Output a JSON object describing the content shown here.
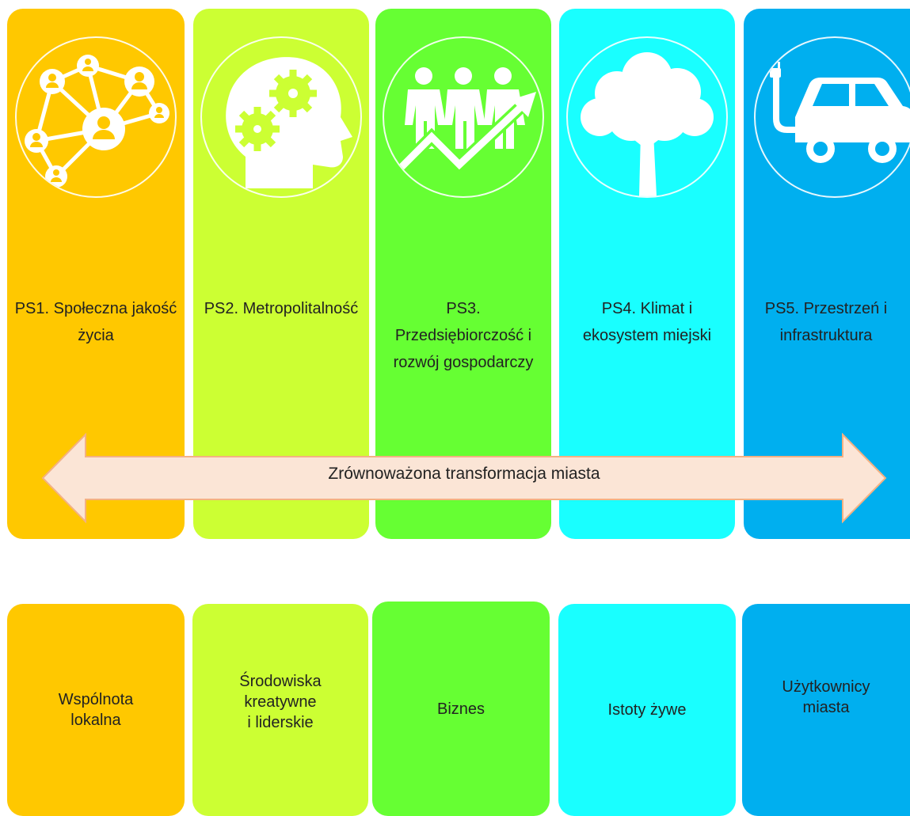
{
  "pillars": [
    {
      "id": "ps1",
      "title": "PS1. Społeczna jakość życia",
      "icon": "community-network-icon",
      "color": "#FFC800"
    },
    {
      "id": "ps2",
      "title": "PS2. Metropolitalność",
      "icon": "head-gears-icon",
      "color": "#CCFF33"
    },
    {
      "id": "ps3",
      "title": "PS3. Przedsiębiorczość i rozwój gospodarczy",
      "icon": "people-growth-arrow-icon",
      "color": "#66FF33"
    },
    {
      "id": "ps4",
      "title": "PS4. Klimat i ekosystem miejski",
      "icon": "tree-icon",
      "color": "#19FFFF"
    },
    {
      "id": "ps5",
      "title": "PS5. Przestrzeń i infrastruktura",
      "icon": "electric-car-icon",
      "color": "#00AFEF"
    }
  ],
  "arrow": {
    "label": "Zrównoważona transformacja miasta",
    "fill": "#FBE5D6",
    "stroke": "#F4B183"
  },
  "groups": [
    {
      "label": "Wspólnota\nlokalna",
      "color": "#FFC800"
    },
    {
      "label": "Środowiska\nkreatywne\ni liderskie",
      "color": "#CCFF33"
    },
    {
      "label": "Biznes",
      "color": "#66FF33"
    },
    {
      "label": "Istoty żywe",
      "color": "#19FFFF"
    },
    {
      "label": "Użytkownicy\nmiasta",
      "color": "#00AFEF"
    }
  ]
}
